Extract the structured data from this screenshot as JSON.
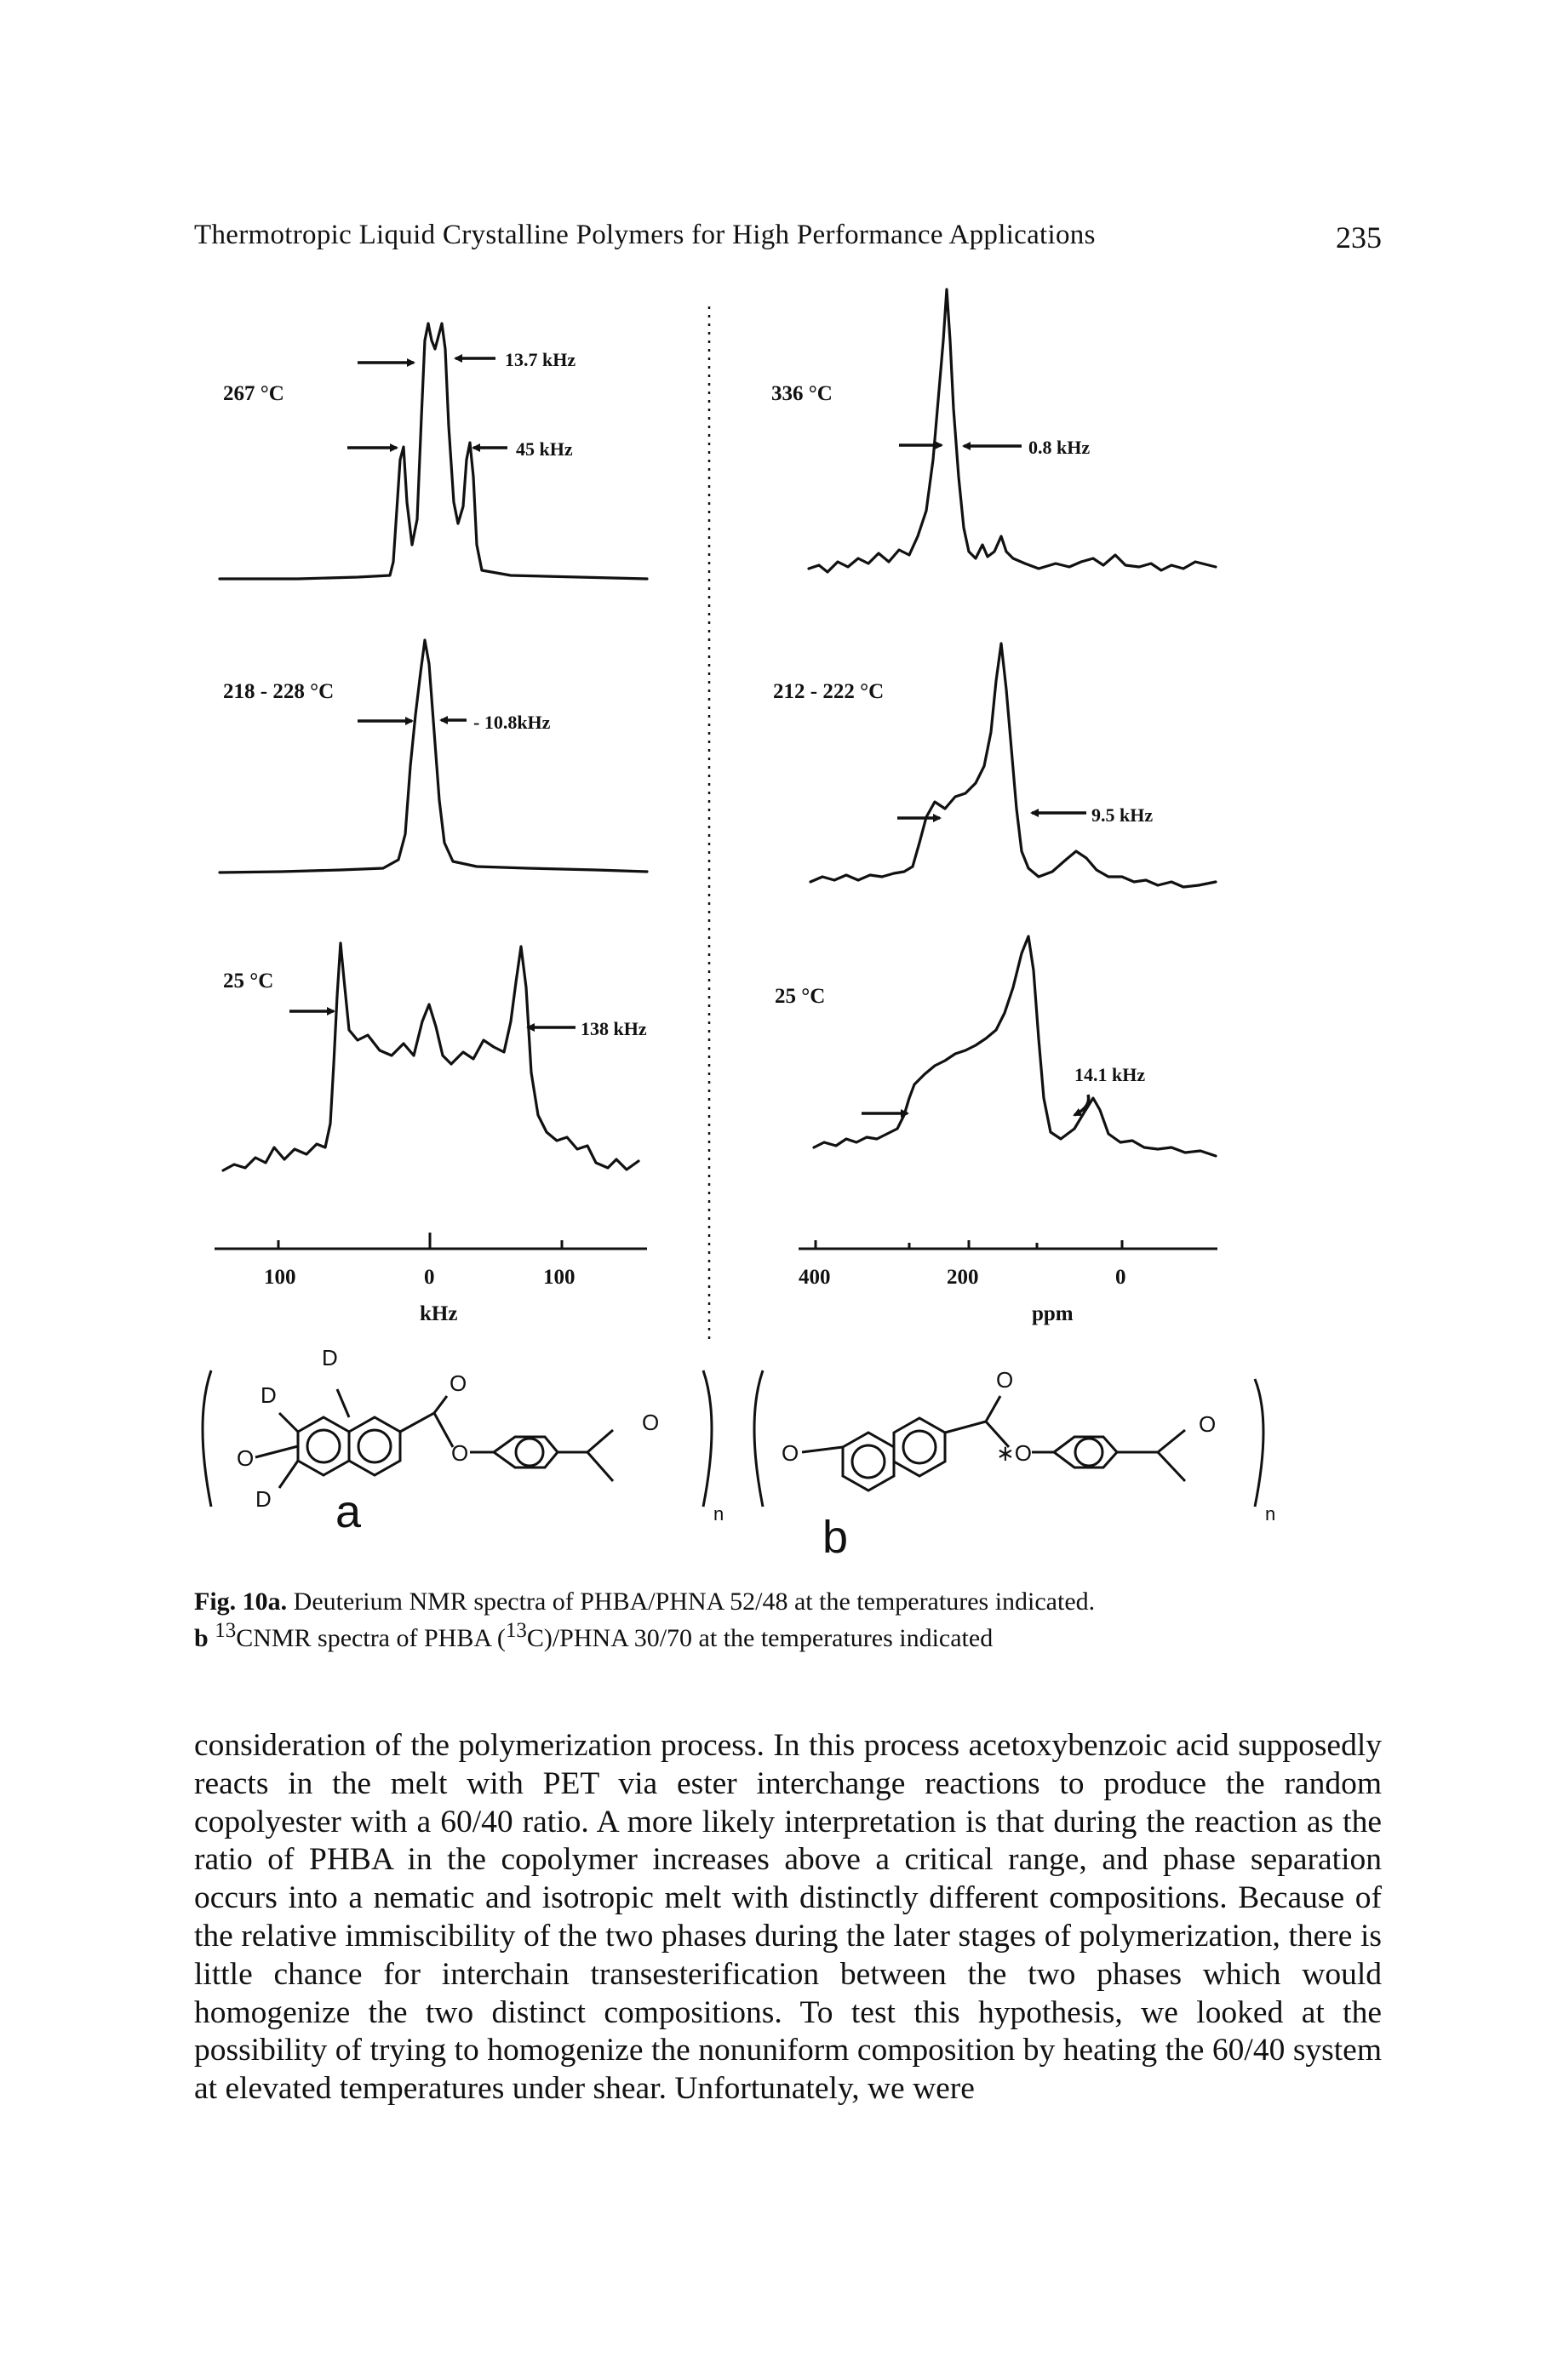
{
  "header": {
    "running_title": "Thermotropic Liquid Crystalline Polymers for High Performance Applications",
    "page_number": "235"
  },
  "figure": {
    "panel_a": {
      "spectra": [
        {
          "temperature": "267 °C",
          "annotations": [
            "13.7 kHz",
            "45 kHz"
          ]
        },
        {
          "temperature": "218 - 228 °C",
          "annotations": [
            "- 10.8kHz"
          ]
        },
        {
          "temperature": "25 °C",
          "annotations": [
            "138 kHz"
          ]
        }
      ],
      "axis_ticks": [
        "100",
        "0",
        "100"
      ],
      "axis_unit": "kHz",
      "letter": "a",
      "structure_atoms": {
        "d": "D",
        "o": "O",
        "n": "n"
      }
    },
    "panel_b": {
      "spectra": [
        {
          "temperature": "336 °C",
          "annotations": [
            "0.8 kHz"
          ]
        },
        {
          "temperature": "212 - 222 °C",
          "annotations": [
            "9.5 kHz"
          ]
        },
        {
          "temperature": "25 °C",
          "annotations": [
            "14.1 kHz"
          ]
        }
      ],
      "axis_ticks": [
        "400",
        "200",
        "0"
      ],
      "axis_unit": "ppm",
      "letter": "b",
      "structure_atoms": {
        "o": "O",
        "star_o": "∗O",
        "n": "n"
      }
    }
  },
  "caption": {
    "label": "Fig. 10a.",
    "text_a": "Deuterium NMR spectra of PHBA/PHNA 52/48 at the temperatures indicated.",
    "label_b": "b",
    "sup_13": "13",
    "text_b1": "CNMR spectra of PHBA (",
    "text_b2": "C)/PHNA 30/70 at the temperatures indicated"
  },
  "body_text": "consideration of the polymerization process. In this process acetoxybenzoic acid supposedly reacts in the melt with PET via ester interchange reactions to produce the random copolyester with a 60/40 ratio. A more likely interpretation is that during the reaction as the ratio of PHBA in the copolymer increases above a critical range, and phase separation occurs into a nematic and isotropic melt with distinctly different compositions. Because of the relative immiscibility of the two phases during the later stages of polymerization, there is little chance for interchain transesterification between the two phases which would homogenize the two distinct compositions. To test this hypothesis, we looked at the possibility of trying to homogenize the nonuniform composition by heating the 60/40 system at elevated temperatures under shear. Unfortunately, we were"
}
